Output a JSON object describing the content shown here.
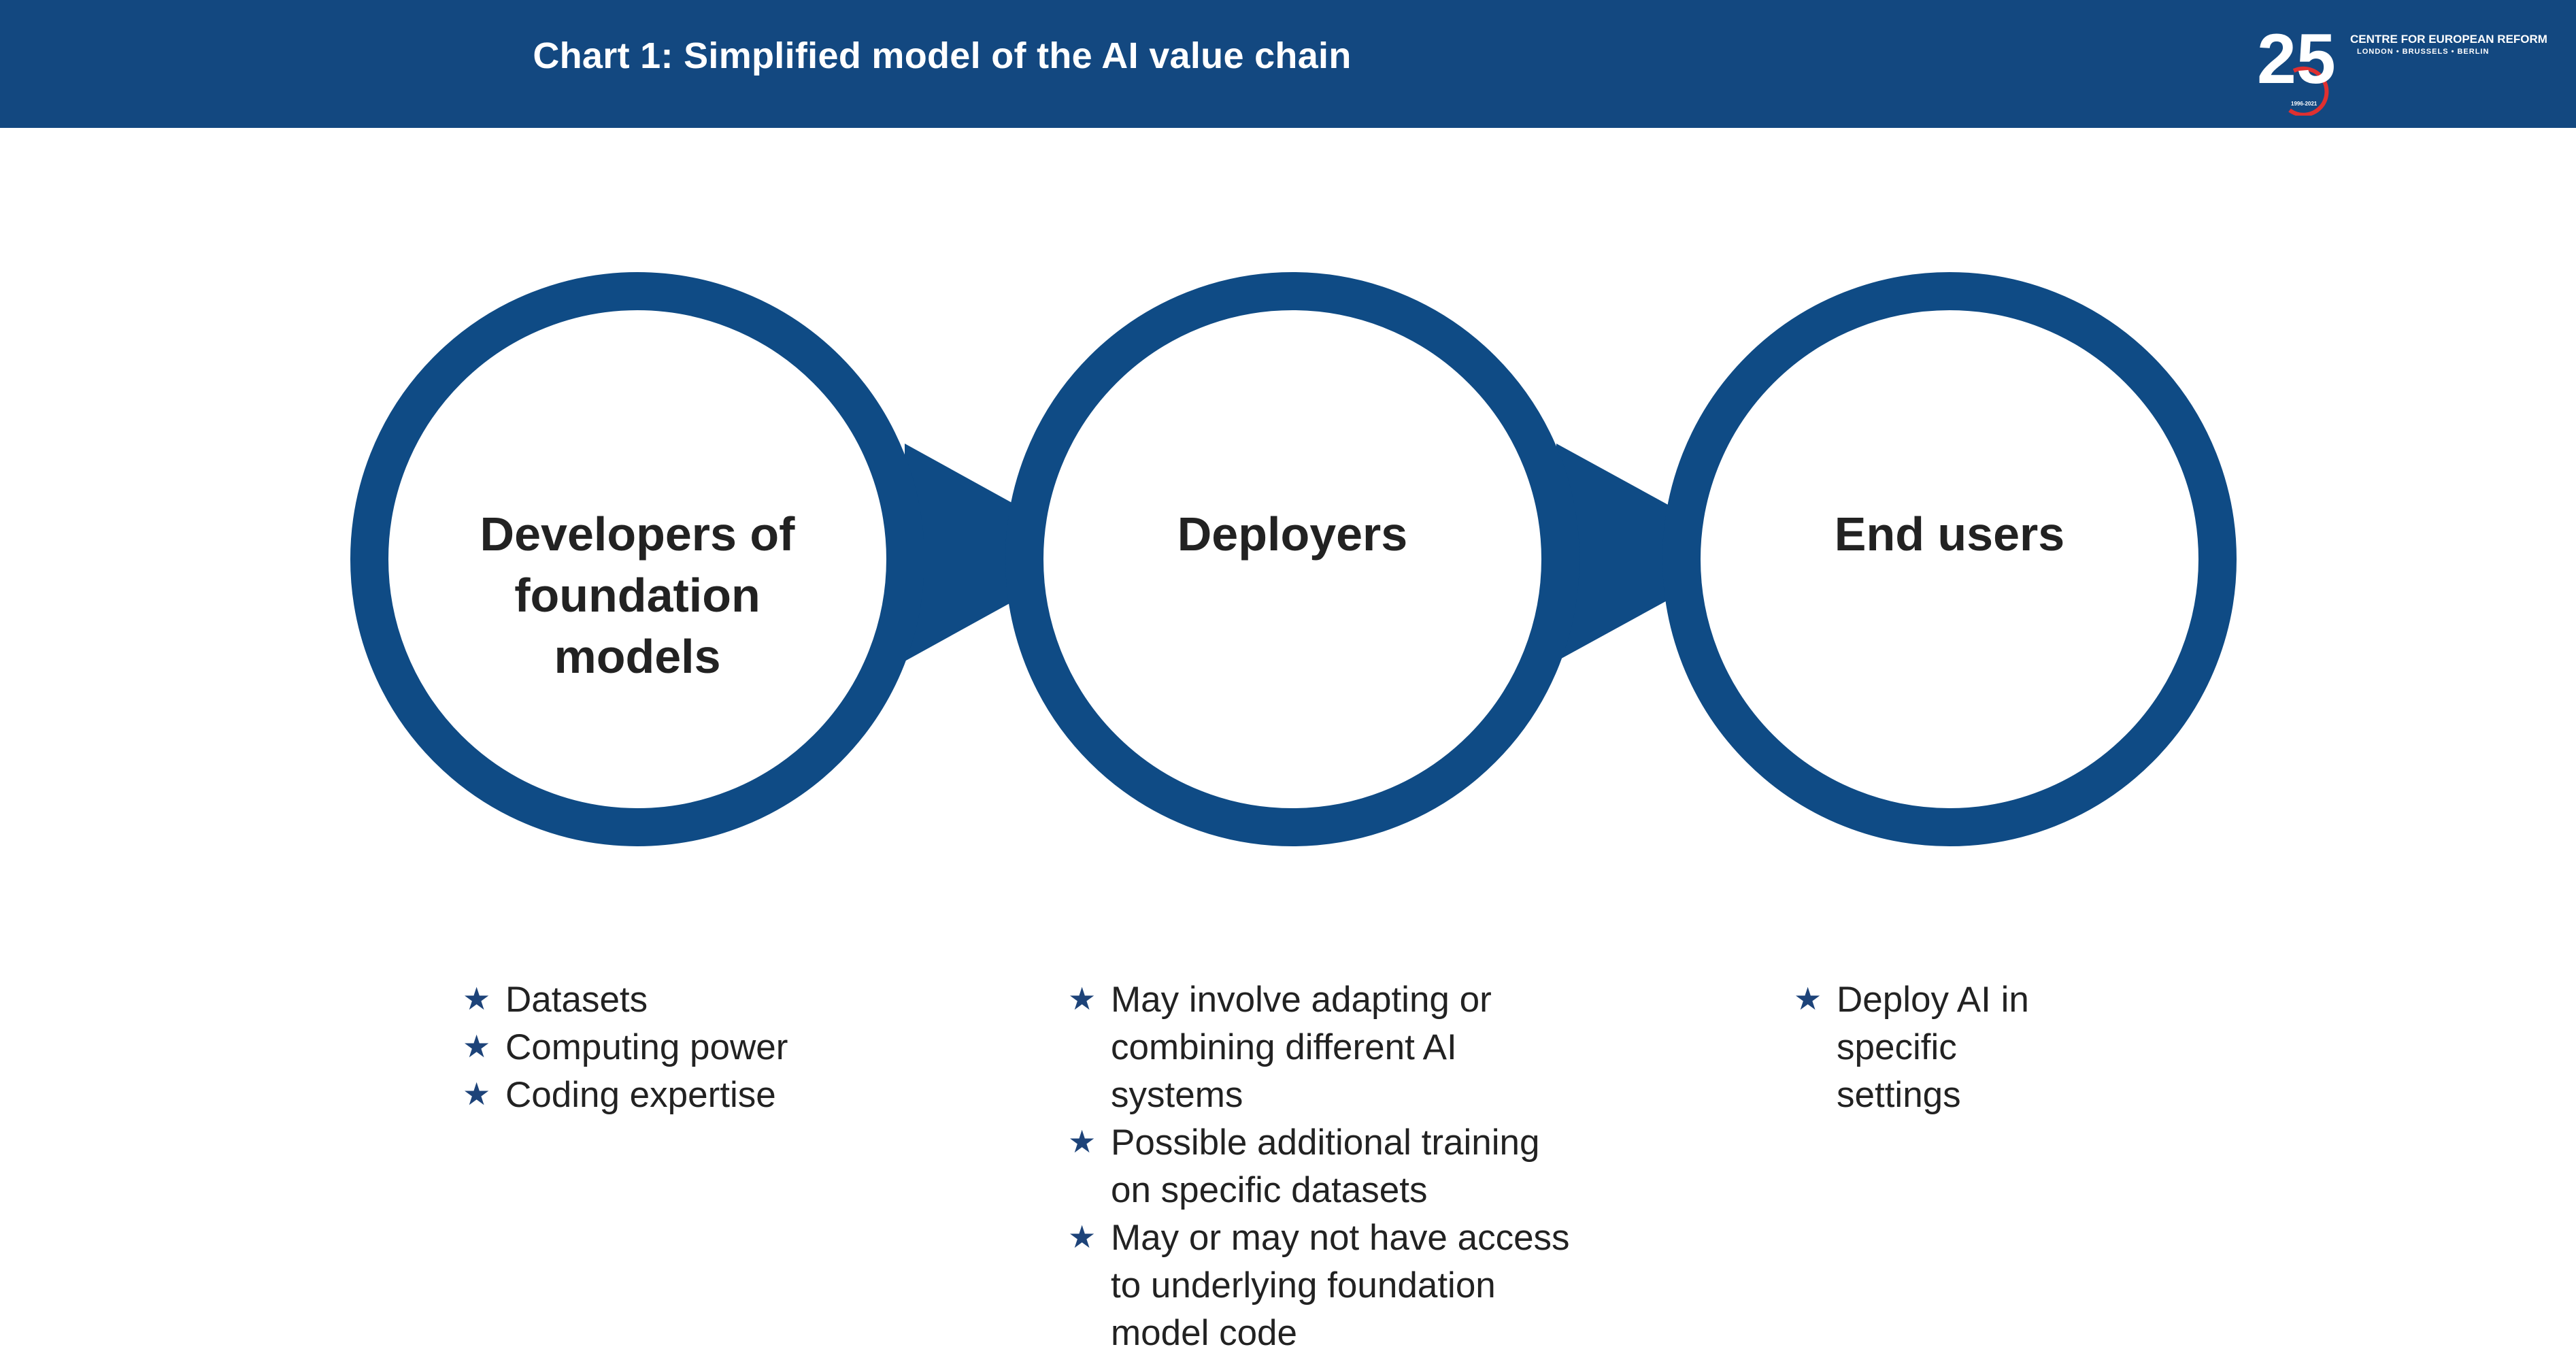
{
  "header": {
    "title": "Chart 1: Simplified model of the AI value chain",
    "background_color": "#134880"
  },
  "logo": {
    "number": "25",
    "organisation": "CENTRE FOR EUROPEAN REFORM",
    "cities": "LONDON • BRUSSELS • BERLIN",
    "years": "1996-2021"
  },
  "diagram": {
    "ring_color": "#0f4b85",
    "stages": [
      {
        "label": "Developers of foundation models",
        "bullets": [
          "Datasets",
          "Computing power",
          "Coding expertise"
        ]
      },
      {
        "label": "Deployers",
        "bullets": [
          "May involve adapting or combining different AI systems",
          "Possible additional training on specific datasets",
          "May or may not have access to underlying foundation model code"
        ]
      },
      {
        "label": "End users",
        "bullets": [
          "Deploy AI in specific settings"
        ]
      }
    ]
  }
}
